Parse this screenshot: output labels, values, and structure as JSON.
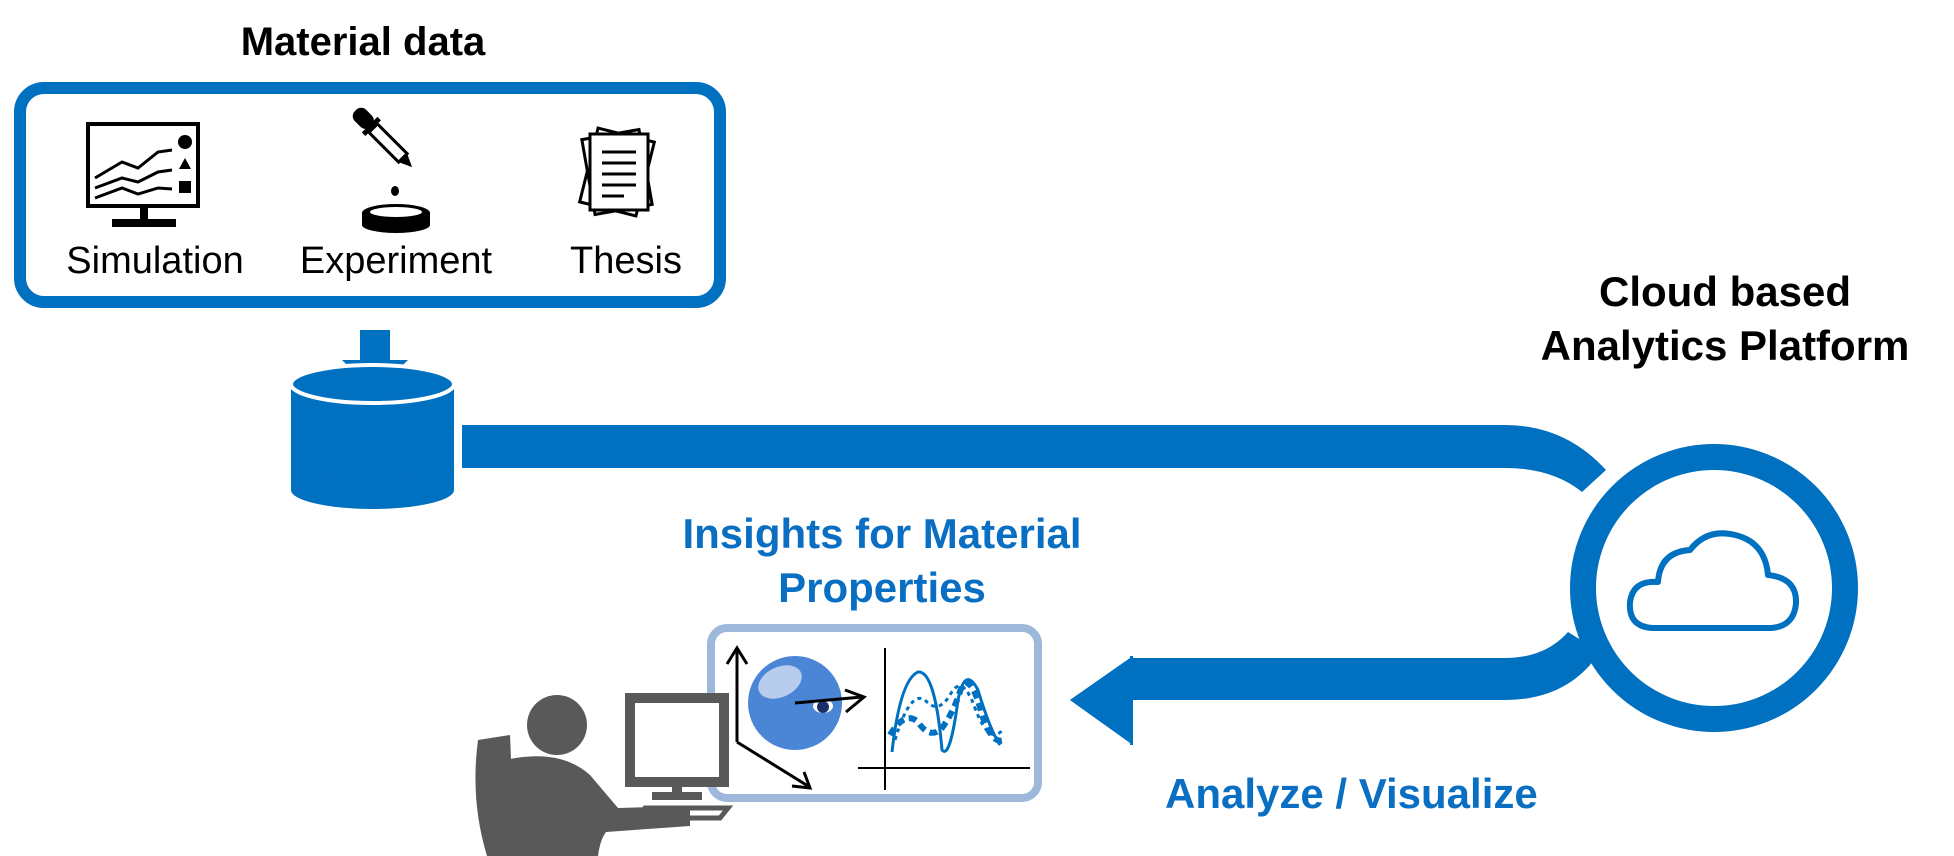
{
  "colors": {
    "primary_blue": "#0070c0",
    "light_blue_frame": "#9db8da",
    "sphere_blue": "#4b86d6",
    "dark_gray": "#595959",
    "label_blue": "#0a6fc2"
  },
  "material_data": {
    "title": "Material data",
    "sources": [
      {
        "label": "Simulation",
        "icon": "simulation-monitor-icon"
      },
      {
        "label": "Experiment",
        "icon": "pipette-dish-icon"
      },
      {
        "label": "Thesis",
        "icon": "documents-icon"
      }
    ]
  },
  "database": {
    "icon": "database-cylinder-icon",
    "arrow": "down-arrow-icon"
  },
  "platform": {
    "title_line1": "Cloud based",
    "title_line2": "Analytics Platform",
    "icon": "cloud-icon"
  },
  "insights": {
    "title_line1": "Insights for Material",
    "title_line2": "Properties",
    "icons": [
      "crystal-axes-icon",
      "line-graph-icon"
    ]
  },
  "analyze": {
    "label": "Analyze / Visualize"
  },
  "user": {
    "icon": "user-at-computer-icon"
  }
}
